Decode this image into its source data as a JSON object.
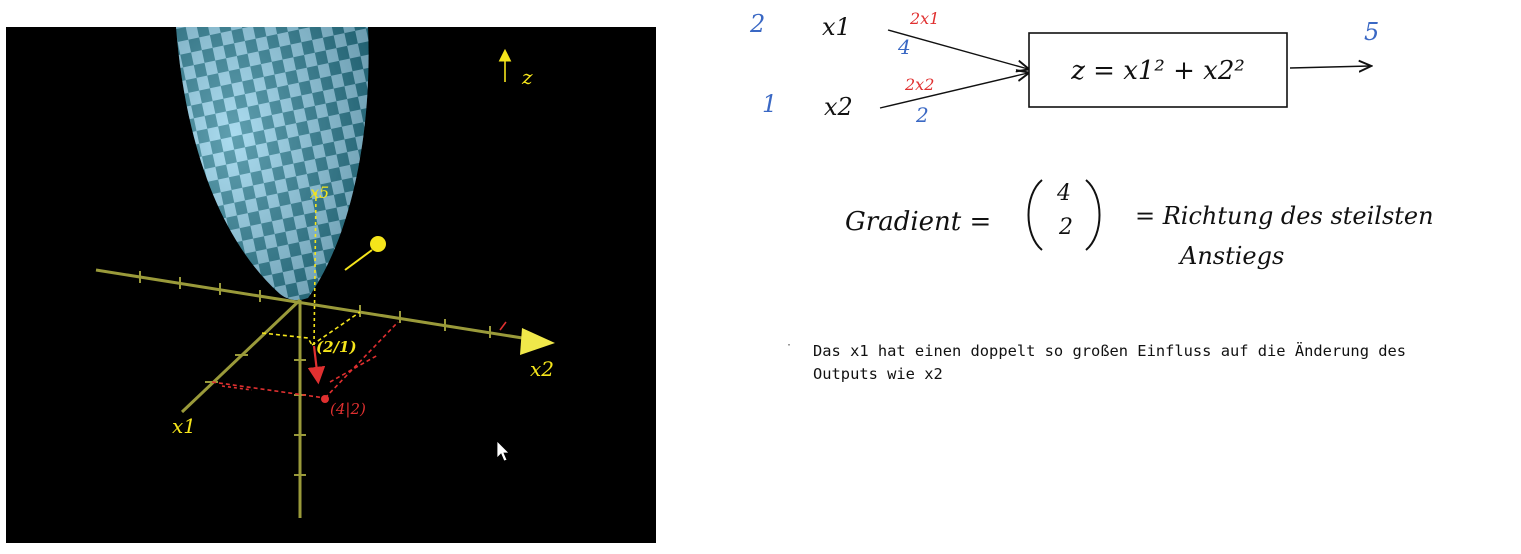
{
  "plot3d": {
    "axis_z": "z",
    "axis_x1": "x1",
    "axis_x2": "x2",
    "point_label_top": "x5",
    "point_label_base": "(2/1)",
    "point_label_gradient": "(4|2)"
  },
  "network": {
    "x1_value": "2",
    "x2_value": "1",
    "x1_label": "x1",
    "x2_label": "x2",
    "x1_weight_formula": "2x1",
    "x2_weight_formula": "2x2",
    "x1_weight_value": "4",
    "x2_weight_value": "2",
    "equation": "z = x1² + x2²",
    "output_value": "5"
  },
  "gradient": {
    "label": "Gradient =",
    "vector_top": "4",
    "vector_bottom": "2",
    "description_line1": "= Richtung des steilsten",
    "description_line2": "Anstiegs"
  },
  "note": {
    "bullet": "·",
    "text": "Das x1 hat einen doppelt so großen Einfluss auf die Änderung des\nOutputs wie x2"
  },
  "colors": {
    "annotation_yellow": "#f5e51b",
    "annotation_red": "#e03030",
    "annotation_blue": "#3a68c4",
    "surface_light": "#8fd0ea",
    "surface_dark": "#2a7f95"
  }
}
